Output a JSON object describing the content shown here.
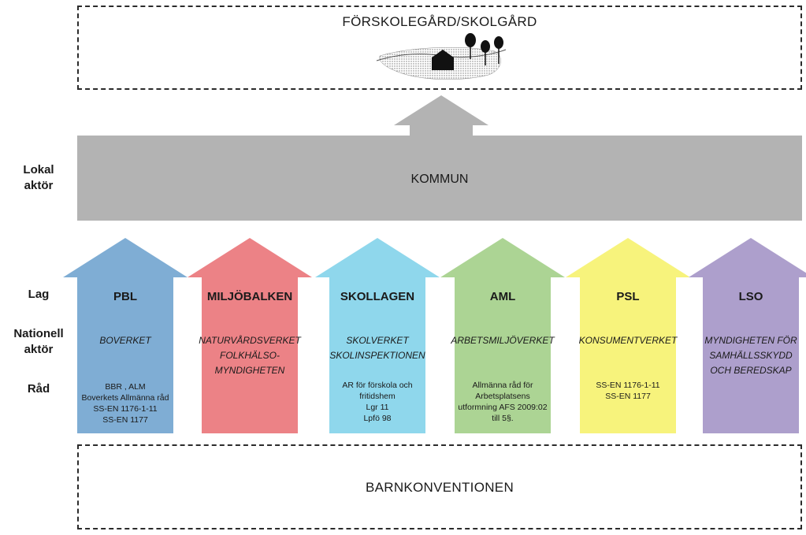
{
  "top_box": {
    "title": "FÖRSKOLEGÅRD/SKOLGÅRD"
  },
  "kommun": {
    "label": "KOMMUN",
    "color": "#b3b3b3"
  },
  "bottom_box": {
    "title": "BARNKONVENTIONEN"
  },
  "row_labels": {
    "lokal": "Lokal\naktör",
    "lag": "Lag",
    "nationell": "Nationell\naktör",
    "rad": "Råd"
  },
  "columns": [
    {
      "law": "PBL",
      "agency": "BOVERKET",
      "advice": "BBR , ALM\nBoverkets Allmänna råd\nSS-EN 1176-1-11\nSS-EN 1177",
      "color": "#7fadd4"
    },
    {
      "law": "MILJÖBALKEN",
      "agency": "NATURVÅRDSVERKET\nFOLKHÄLSO-\nMYNDIGHETEN",
      "advice": "",
      "color": "#ec8286"
    },
    {
      "law": "SKOLLAGEN",
      "agency": "SKOLVERKET\nSKOLINSPEKTIONEN",
      "advice": "AR för förskola och\nfritidshem\nLgr 11\nLpfö 98",
      "color": "#8fd7ec"
    },
    {
      "law": "AML",
      "agency": "ARBETSMILJÖVERKET",
      "advice": "Allmänna råd för\nArbetsplatsens\nutformning AFS 2009:02\ntill 5§.",
      "color": "#acd494"
    },
    {
      "law": "PSL",
      "agency": "KONSUMENTVERKET",
      "advice": "SS-EN 1176-1-11\nSS-EN 1177",
      "color": "#f7f37c"
    },
    {
      "law": "LSO",
      "agency": "MYNDIGHETEN FÖR\nSAMHÄLLSSKYDD\nOCH BEREDSKAP",
      "advice": "",
      "color": "#ad9fcc"
    }
  ]
}
